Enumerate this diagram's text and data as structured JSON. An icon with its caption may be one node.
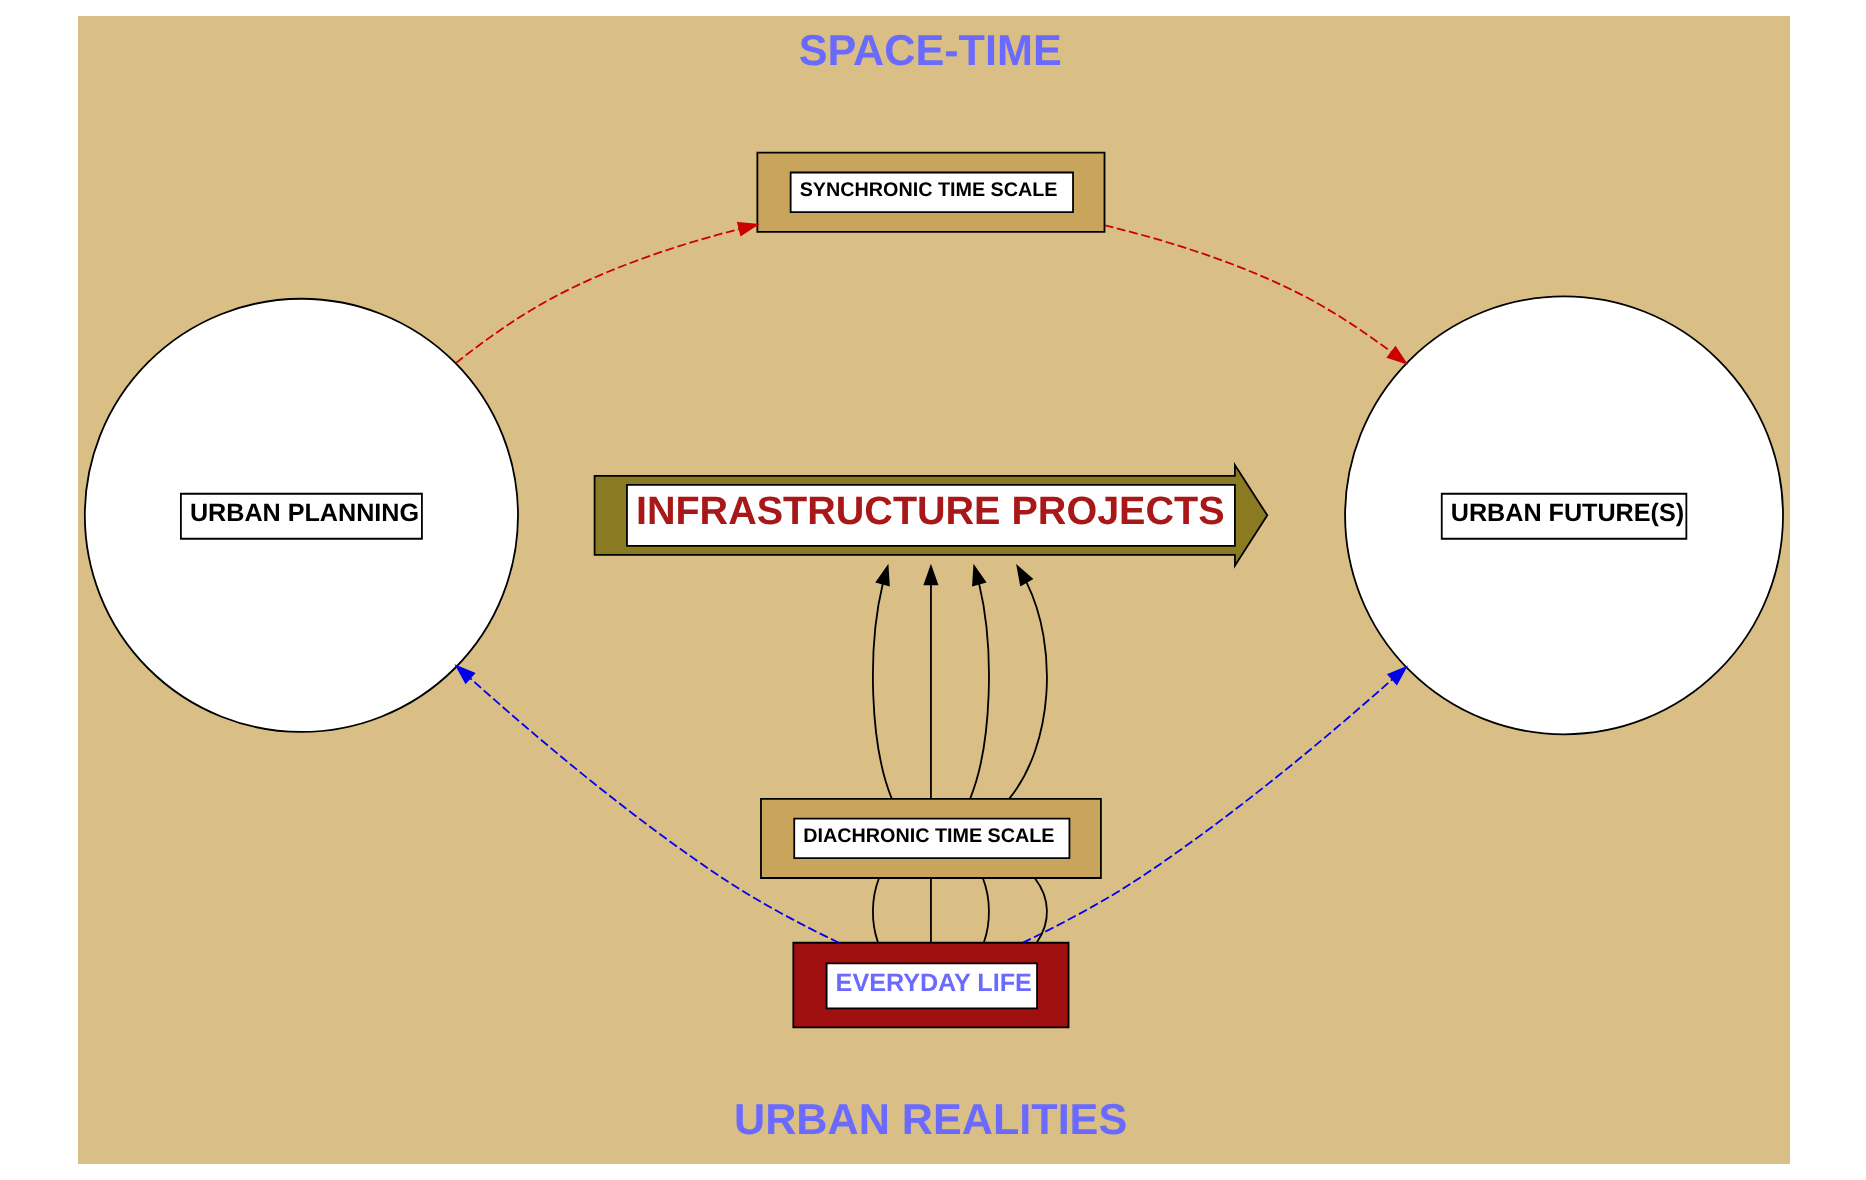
{
  "diagram": {
    "nodes": [
      {
        "text": [
          "URBAN PLANNING"
        ]
      },
      {
        "text": [
          "SYNCHRONIC TIME SCALE"
        ]
      },
      {
        "text": [
          "INFRASTRUCTURE PROJECTS"
        ]
      },
      {
        "text": [
          "URBAN FUTURE(S)"
        ]
      },
      {
        "text": [
          "DIACHRONIC TIME SCALE"
        ]
      },
      {
        "text": [
          "EVERYDAY LIFE"
        ]
      }
    ],
    "edges": [
      {
        "from": 0,
        "to": 1,
        "arrow": "to",
        "style": "dashed",
        "color": "#cc0000"
      },
      {
        "from": 1,
        "to": 3,
        "arrow": "to",
        "style": "dashed",
        "color": "#cc0000"
      },
      {
        "from": 5,
        "to": 0,
        "arrow": "to",
        "style": "dashed",
        "color": "#0000ee"
      },
      {
        "from": 5,
        "to": 3,
        "arrow": "to",
        "style": "dashed",
        "color": "#0000ee"
      },
      {
        "from": 5,
        "to": 4,
        "arrow": "none"
      },
      {
        "from": 5,
        "to": 4,
        "arrow": "none"
      },
      {
        "from": 5,
        "to": 4,
        "arrow": "none"
      },
      {
        "from": 5,
        "to": 4,
        "arrow": "none"
      },
      {
        "from": 4,
        "to": 2,
        "arrow": "to"
      },
      {
        "from": 4,
        "to": 2,
        "arrow": "to"
      },
      {
        "from": 4,
        "to": 2,
        "arrow": "to"
      },
      {
        "from": 4,
        "to": 2,
        "arrow": "to"
      }
    ],
    "labels": [
      "SPACE-TIME",
      "URBAN REALITIES"
    ]
  }
}
